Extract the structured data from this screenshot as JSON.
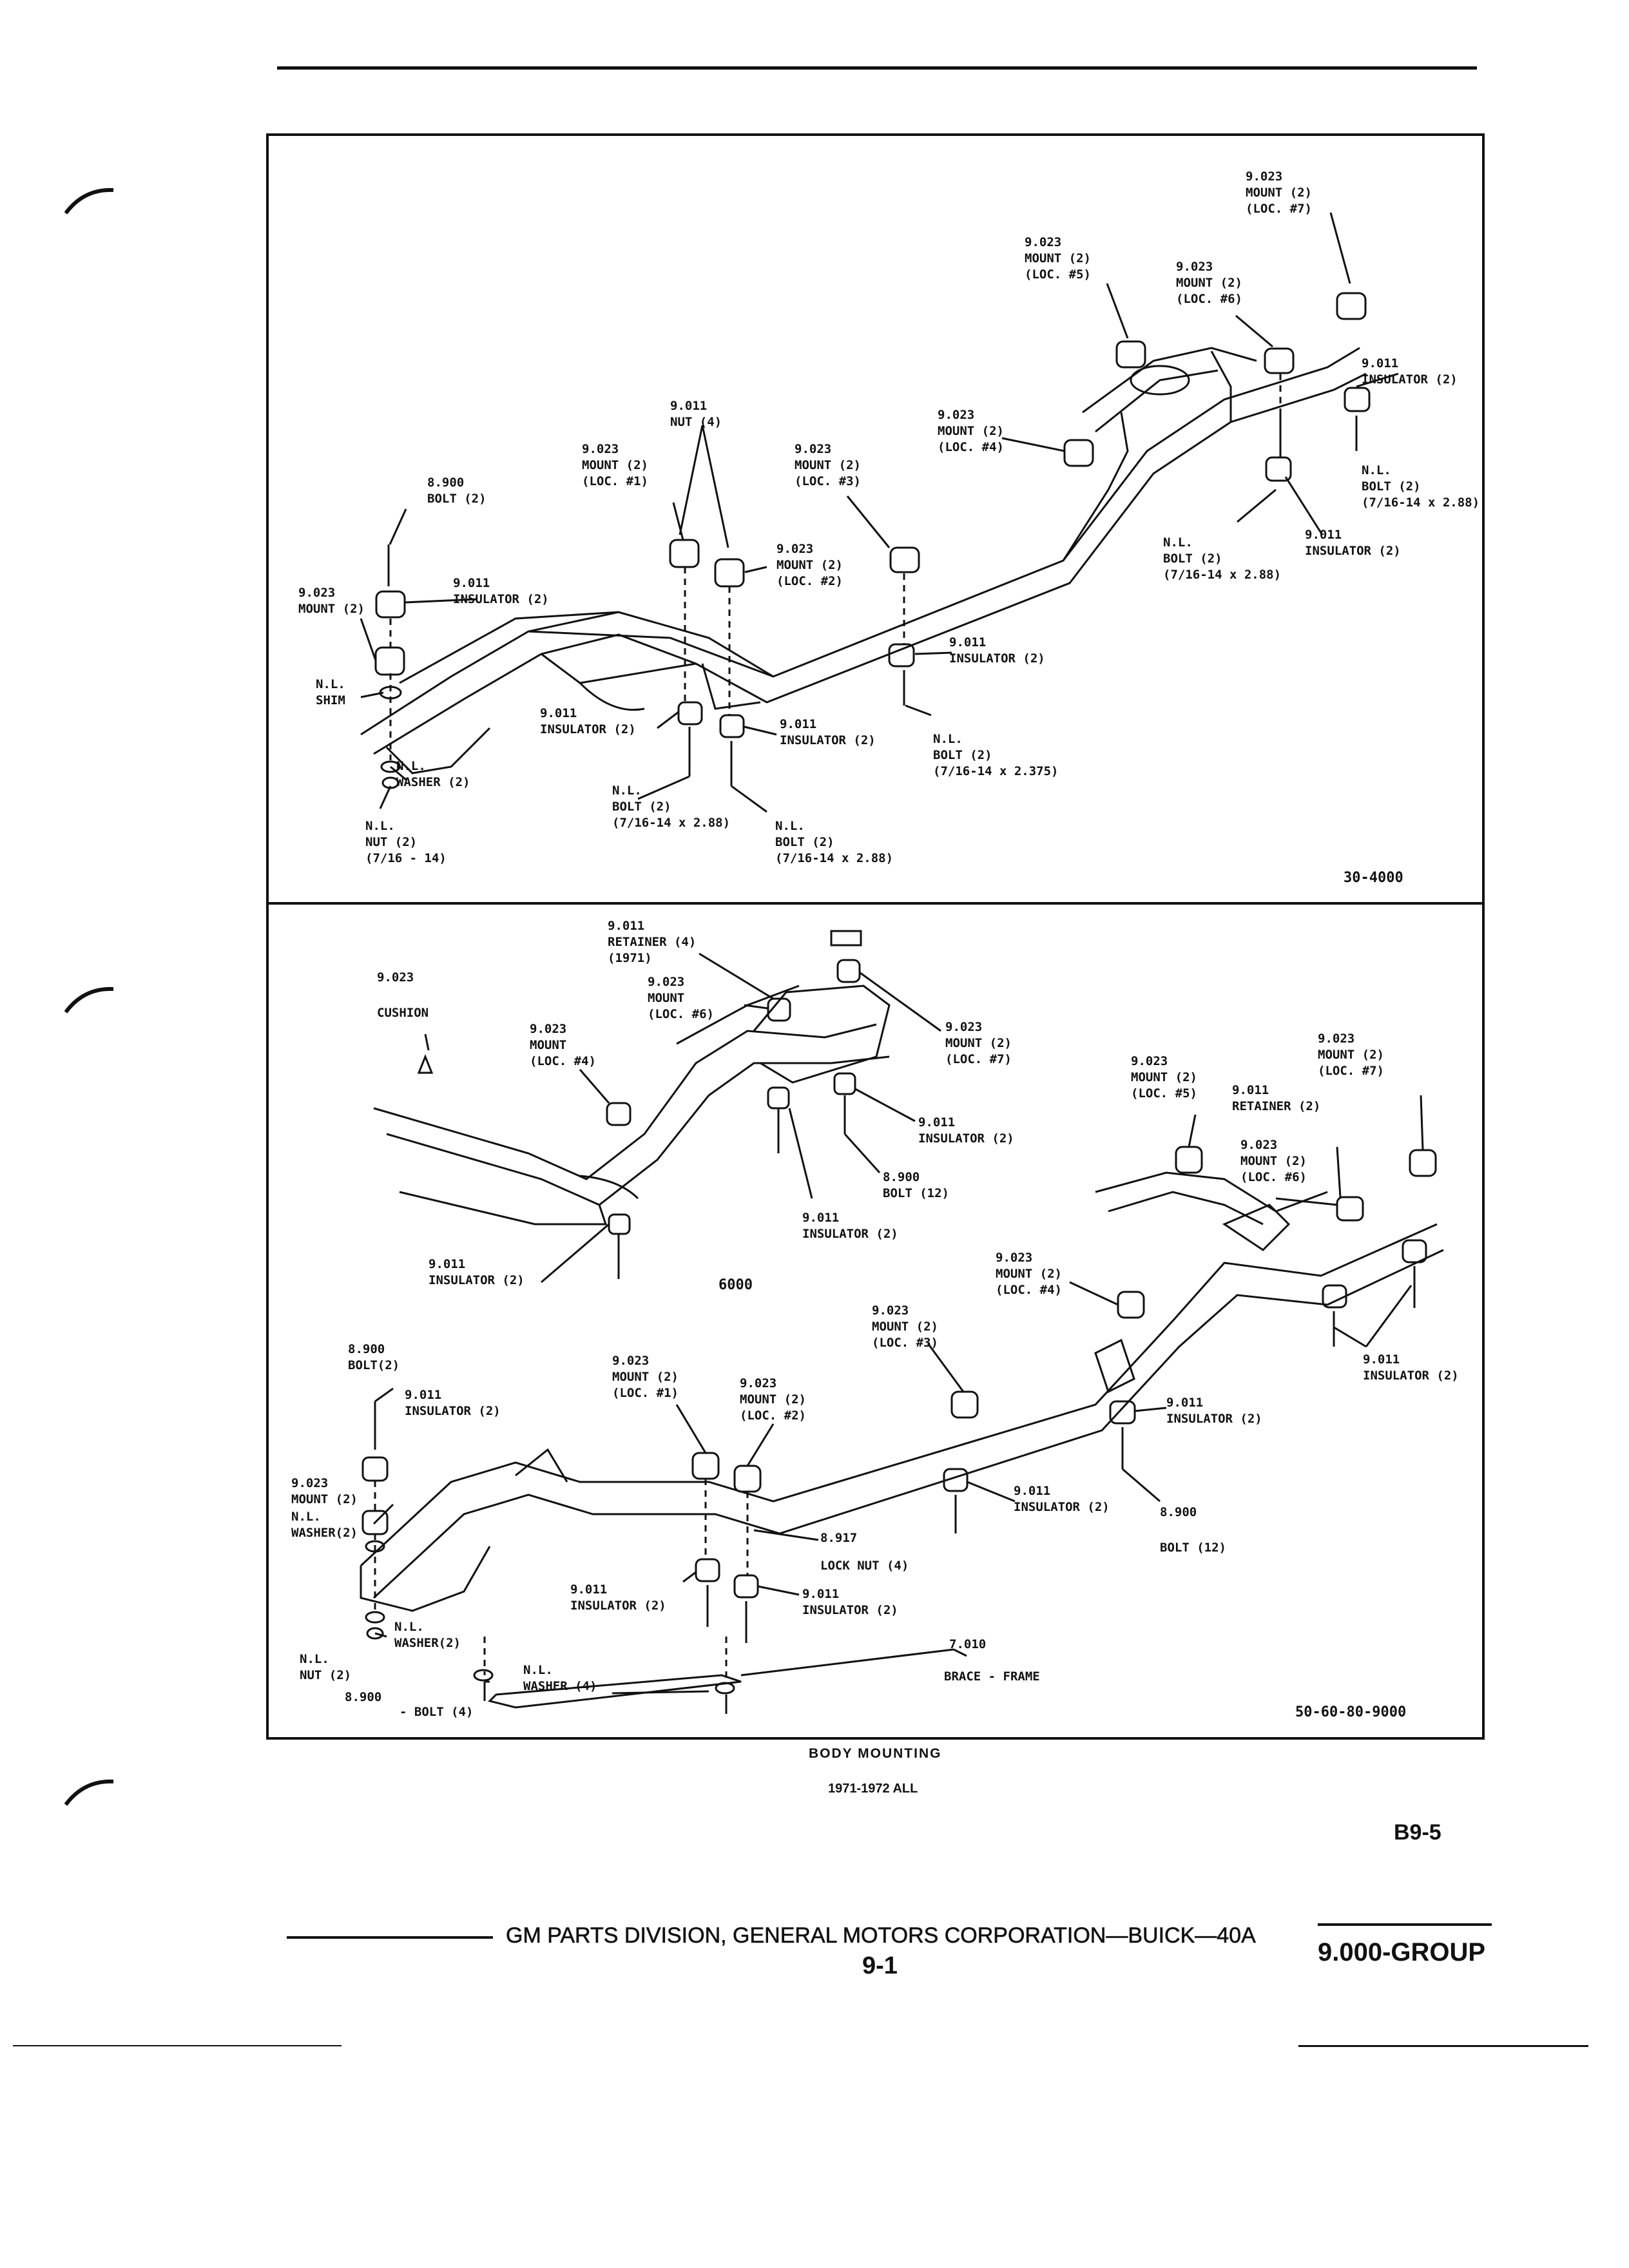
{
  "top": {
    "ref_code": "30-4000",
    "labels": {
      "loc7": [
        "9.023",
        "MOUNT (2)",
        "(LOC. #7)"
      ],
      "loc5": [
        "9.023",
        "MOUNT (2)",
        "(LOC. #5)"
      ],
      "loc6": [
        "9.023",
        "MOUNT (2)",
        "(LOC. #6)"
      ],
      "ins_rear": [
        "9.011",
        "INSULATOR (2)"
      ],
      "nl_bolt_rear": [
        "N.L.",
        "BOLT (2)",
        "(7/16-14 x 2.88)"
      ],
      "ins_rear2": [
        "9.011",
        "INSULATOR (2)"
      ],
      "nl_bolt_mid": [
        "N.L.",
        "BOLT (2)",
        "(7/16-14 x 2.88)"
      ],
      "nut": [
        "9.011",
        "NUT (4)"
      ],
      "loc4": [
        "9.023",
        "MOUNT (2)",
        "(LOC. #4)"
      ],
      "loc1": [
        "9.023",
        "MOUNT (2)",
        "(LOC. #1)"
      ],
      "loc3": [
        "9.023",
        "MOUNT (2)",
        "(LOC. #3)"
      ],
      "bolt_front": [
        "8.900",
        "BOLT (2)"
      ],
      "mount_front": [
        "9.023",
        "MOUNT (2)"
      ],
      "ins_front": [
        "9.011",
        "INSULATOR (2)"
      ],
      "loc2": [
        "9.023",
        "MOUNT (2)",
        "(LOC. #2)"
      ],
      "ins_mid": [
        "9.011",
        "INSULATOR (2)"
      ],
      "shim": [
        "N.L.",
        "SHIM"
      ],
      "ins_a": [
        "9.011",
        "INSULATOR (2)"
      ],
      "ins_b": [
        "9.011",
        "INSULATOR (2)"
      ],
      "nl_bolt_375": [
        "N.L.",
        "BOLT (2)",
        "(7/16-14 x 2.375)"
      ],
      "washer": [
        "N.L.",
        "WASHER (2)"
      ],
      "nl_bolt_a": [
        "N.L.",
        "BOLT (2)",
        "(7/16-14 x 2.88)"
      ],
      "nl_bolt_b": [
        "N.L.",
        "BOLT (2)",
        "(7/16-14 x 2.88)"
      ],
      "nl_nut": [
        "N.L.",
        "NUT (2)",
        "(7/16 - 14)"
      ]
    }
  },
  "bottom": {
    "ref_code": "50-60-80-9000",
    "sub_code": "6000",
    "labels": {
      "retainer": [
        "9.011",
        "RETAINER (4)",
        "(1971)"
      ],
      "cushion_code": [
        "9.023"
      ],
      "cushion": [
        "CUSHION"
      ],
      "mount_loc6": [
        "9.023",
        "MOUNT",
        "(LOC. #6)"
      ],
      "mount_loc4": [
        "9.023",
        "MOUNT",
        "(LOC. #4)"
      ],
      "mount2_loc7": [
        "9.023",
        "MOUNT (2)",
        "(LOC. #7)"
      ],
      "r_loc7": [
        "9.023",
        "MOUNT (2)",
        "(LOC. #7)"
      ],
      "r_loc5": [
        "9.023",
        "MOUNT (2)",
        "(LOC. #5)"
      ],
      "r_retainer": [
        "9.011",
        "RETAINER (2)"
      ],
      "r_loc6": [
        "9.023",
        "MOUNT (2)",
        "(LOC. #6)"
      ],
      "ins_upper": [
        "9.011",
        "INSULATOR (2)"
      ],
      "bolt12_upper": [
        "8.900",
        "BOLT (12)"
      ],
      "ins_center": [
        "9.011",
        "INSULATOR (2)"
      ],
      "ins_left": [
        "9.011",
        "INSULATOR (2)"
      ],
      "loc4b": [
        "9.023",
        "MOUNT (2)",
        "(LOC. #4)"
      ],
      "ins_rear": [
        "9.011",
        "INSULATOR (2)"
      ],
      "loc3b": [
        "9.023",
        "MOUNT (2)",
        "(LOC. #3)"
      ],
      "bolt_front": [
        "8.900",
        "BOLT(2)"
      ],
      "ins_front": [
        "9.011",
        "INSULATOR (2)"
      ],
      "loc1b": [
        "9.023",
        "MOUNT (2)",
        "(LOC. #1)"
      ],
      "loc2b": [
        "9.023",
        "MOUNT (2)",
        "(LOC. #2)"
      ],
      "ins_r2": [
        "9.011",
        "INSULATOR (2)"
      ],
      "mount_front": [
        "9.023",
        "MOUNT (2)"
      ],
      "nl_washer2": [
        "N.L.",
        "WASHER(2)"
      ],
      "ins_r3": [
        "9.011",
        "INSULATOR (2)"
      ],
      "bolt12": [
        "8.900"
      ],
      "bolt12_b": [
        "BOLT (12)"
      ],
      "locknut": [
        "8.917"
      ],
      "locknut_b": [
        "LOCK NUT (4)"
      ],
      "ins_c1": [
        "9.011",
        "INSULATOR (2)"
      ],
      "ins_c2": [
        "9.011",
        "INSULATOR (2)"
      ],
      "nl_washer_b": [
        "N.L.",
        "WASHER(2)"
      ],
      "brace_code": [
        "7.010"
      ],
      "brace": [
        "BRACE - FRAME"
      ],
      "nl_nut2": [
        "N.L.",
        "NUT (2)"
      ],
      "bolt4_code": [
        "8.900"
      ],
      "bolt4": [
        "- BOLT (4)"
      ],
      "nl_washer4": [
        "N.L.",
        "WASHER (4)"
      ]
    }
  },
  "caption": {
    "title": "BODY MOUNTING",
    "years": "1971-1972 ALL"
  },
  "page_code": "B9-5",
  "footer": {
    "source": "GM PARTS DIVISION, GENERAL MOTORS CORPORATION—BUICK—40A",
    "page_number": "9-1",
    "group": "9.000-GROUP"
  }
}
